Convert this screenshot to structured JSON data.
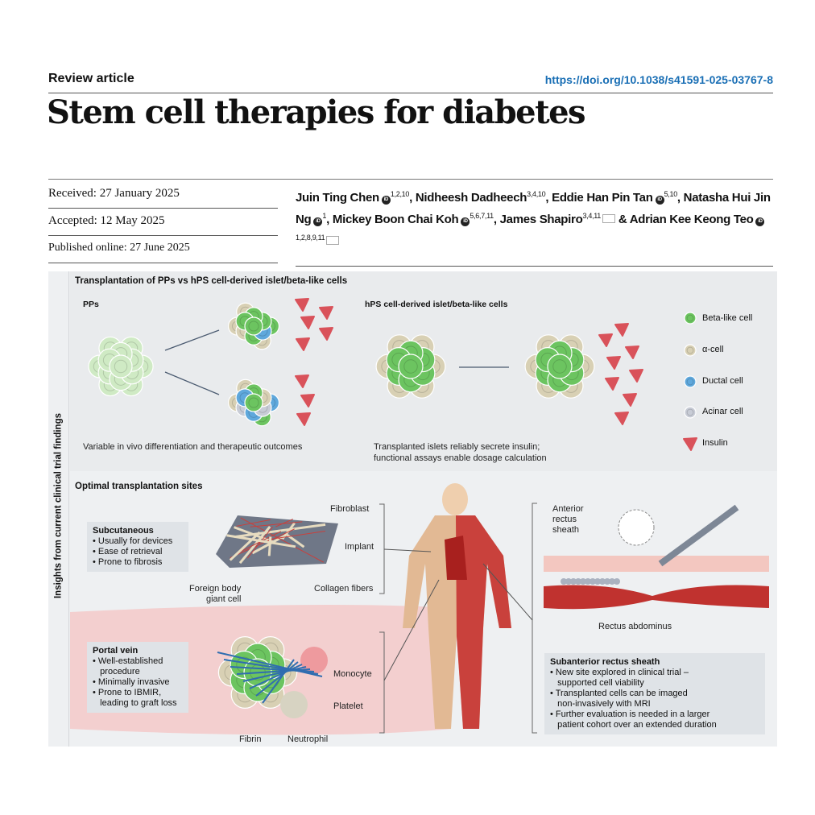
{
  "header": {
    "article_type": "Review article",
    "doi": "https://doi.org/10.1038/s41591-025-03767-8",
    "title": "Stem cell therapies for diabetes"
  },
  "dates": {
    "received": "Received: 27 January 2025",
    "accepted": "Accepted: 12 May 2025",
    "published": "Published online: 27 June 2025"
  },
  "authors": [
    {
      "name": "Juin Ting Chen",
      "orcid": true,
      "aff": "1,2,10",
      "sep": ", "
    },
    {
      "name": "Nidheesh Dadheech",
      "orcid": false,
      "aff": "3,4,10",
      "sep": ", "
    },
    {
      "name": "Eddie Han Pin Tan",
      "orcid": true,
      "aff": "5,10",
      "sep": ", "
    },
    {
      "name": "Natasha Hui Jin Ng",
      "orcid": true,
      "aff": "1",
      "sep": ", "
    },
    {
      "name": "Mickey Boon Chai Koh",
      "orcid": true,
      "aff": "5,6,7,11",
      "sep": ", "
    },
    {
      "name": "James Shapiro",
      "orcid": false,
      "aff": "3,4,11",
      "mail": true,
      "sep": " & "
    },
    {
      "name": "Adrian Kee Keong Teo",
      "orcid": true,
      "aff": "1,2,8,9,11",
      "mail": true,
      "sep": ""
    }
  ],
  "figure": {
    "side_label": "Insights from current clinical trial findings",
    "top": {
      "title": "Transplantation of PPs vs hPS cell-derived islet/beta-like cells",
      "left_title": "PPs",
      "left_caption": "Variable in vivo differentiation and therapeutic outcomes",
      "right_title": "hPS cell-derived islet/beta-like cells",
      "right_caption1": "Transplanted islets reliably secrete insulin;",
      "right_caption2": "functional assays enable dosage calculation"
    },
    "legend": [
      {
        "label": "Beta-like cell",
        "color": "#6cc460"
      },
      {
        "label": "α-cell",
        "color": "#d8d0b4"
      },
      {
        "label": "Ductal cell",
        "color": "#5fa8dc"
      },
      {
        "label": "Acinar cell",
        "color": "#c8ccd6"
      },
      {
        "label": "Insulin",
        "color": "#d9525a"
      }
    ],
    "bottom": {
      "title": "Optimal transplantation sites",
      "subcutaneous": {
        "title": "Subcutaneous",
        "items": [
          "• Usually for devices",
          "• Ease of retrieval",
          "• Prone to fibrosis"
        ]
      },
      "portal": {
        "title": "Portal vein",
        "items": [
          "• Well-established",
          "   procedure",
          "• Minimally invasive",
          "• Prone to IBMIR,",
          "   leading to graft loss"
        ]
      },
      "rectus": {
        "title": "Subanterior rectus sheath",
        "items": [
          "• New site explored in clinical trial –",
          "   supported cell viability",
          "• Transplanted cells can be imaged",
          "   non-invasively with MRI",
          "• Further evaluation is needed in a larger",
          "   patient cohort over an extended duration"
        ]
      },
      "labels": {
        "fibroblast": "Fibroblast",
        "implant": "Implant",
        "foreign1": "Foreign body",
        "foreign2": "giant cell",
        "collagen": "Collagen fibers",
        "monocyte": "Monocyte",
        "platelet": "Platelet",
        "fibrin": "Fibrin",
        "neutrophil": "Neutrophil",
        "anterior1": "Anterior",
        "anterior2": "rectus",
        "anterior3": "sheath",
        "rectus_abdominus": "Rectus abdominus"
      }
    }
  }
}
